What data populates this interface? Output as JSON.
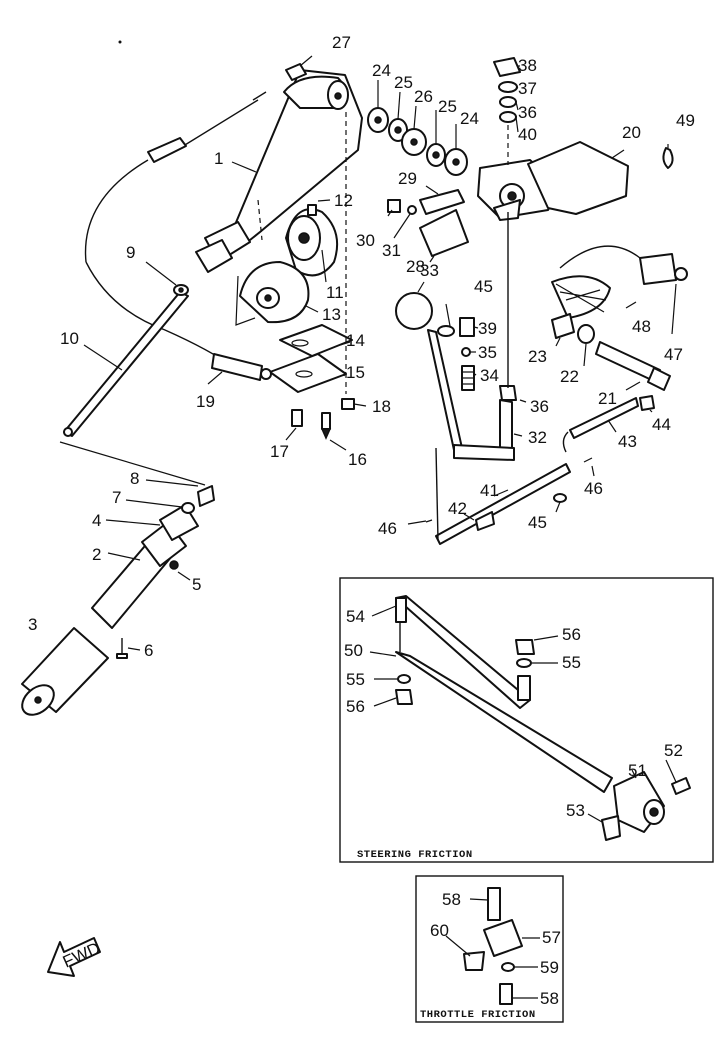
{
  "callouts": [
    "1",
    "2",
    "3",
    "4",
    "5",
    "6",
    "7",
    "8",
    "9",
    "10",
    "11",
    "12",
    "13",
    "14",
    "15",
    "16",
    "17",
    "18",
    "19",
    "20",
    "21",
    "22",
    "23",
    "24",
    "24",
    "25",
    "25",
    "26",
    "27",
    "28",
    "29",
    "30",
    "31",
    "32",
    "33",
    "34",
    "35",
    "36",
    "36",
    "37",
    "38",
    "39",
    "40",
    "41",
    "42",
    "43",
    "44",
    "45",
    "45",
    "46",
    "46",
    "47",
    "48",
    "49",
    "50",
    "51",
    "52",
    "53",
    "54",
    "55",
    "55",
    "56",
    "56",
    "57",
    "58",
    "58",
    "59",
    "60"
  ],
  "boxes": {
    "steering_friction": "STEERING FRICTION",
    "throttle_friction": "THROTTLE FRICTION"
  },
  "fwd_label": "FWD",
  "colors": {
    "ink": "#111111",
    "paper": "#ffffff"
  }
}
